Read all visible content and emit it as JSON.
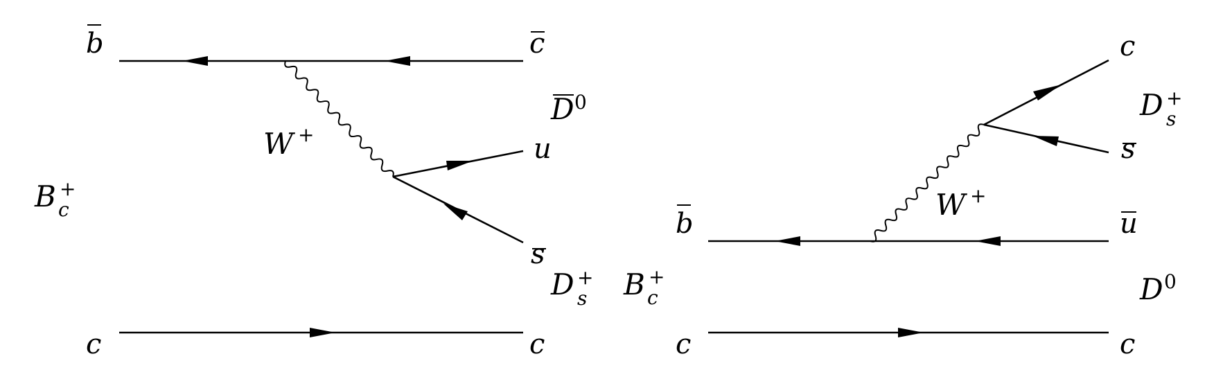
{
  "left_diagram": {
    "labels": {
      "b_bar": "b",
      "c_bar": "c",
      "D0_bar": "D",
      "D0_bar_sup": "0",
      "W": "W",
      "W_sup": "+",
      "u": "u",
      "Bc": "B",
      "Bc_sub": "c",
      "Bc_sup": "+",
      "s_bar": "s",
      "Ds": "D",
      "Ds_sub": "s",
      "Ds_sup": "+",
      "c_in": "c",
      "c_out": "c"
    }
  },
  "right_diagram": {
    "labels": {
      "c": "c",
      "Ds": "D",
      "Ds_sub": "s",
      "Ds_sup": "+",
      "s_bar": "s",
      "W": "W",
      "W_sup": "+",
      "b_bar": "b",
      "u_bar": "u",
      "Bc": "B",
      "Bc_sub": "c",
      "Bc_sup": "+",
      "D0": "D",
      "D0_sup": "0",
      "c_in": "c",
      "c_out": "c"
    }
  },
  "colors": {
    "ink": "#000000",
    "background": "#ffffff"
  }
}
